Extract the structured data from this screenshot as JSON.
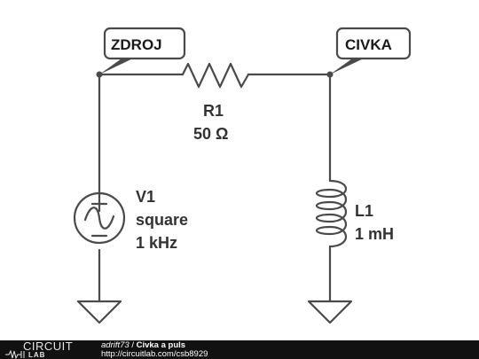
{
  "schematic": {
    "tags": {
      "left": "ZDROJ",
      "right": "CIVKA"
    },
    "resistor": {
      "name": "R1",
      "value": "50 Ω"
    },
    "source": {
      "name": "V1",
      "waveform": "square",
      "frequency": "1 kHz"
    },
    "inductor": {
      "name": "L1",
      "value": "1 mH"
    }
  },
  "footer": {
    "logo_top": "CIRCUIT",
    "logo_bottom": "LAB",
    "author": "adrift73",
    "separator": " / ",
    "title": "Civka a puls",
    "url": "http://circuitlab.com/csb8929"
  }
}
